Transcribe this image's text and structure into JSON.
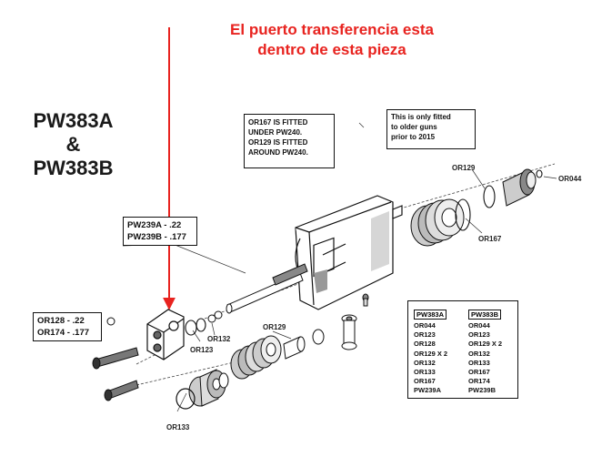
{
  "annotation": {
    "line1": "El puerto transferencia esta",
    "line2": "dentro de esta pieza"
  },
  "models": {
    "line1": "PW383A",
    "line2": "&",
    "line3": "PW383B"
  },
  "note_fitted": {
    "line1": "OR167 IS FITTED",
    "line2": "UNDER PW240.",
    "line3": "OR129 IS FITTED",
    "line4": "AROUND PW240."
  },
  "note_older": {
    "line1": "This is only fitted",
    "line2": "to older guns",
    "line3": "prior to 2015"
  },
  "box_pw239": {
    "line1": "PW239A - .22",
    "line2": "PW239B - .177"
  },
  "box_or": {
    "line1": "OR128 - .22",
    "line2": "OR174 - .177"
  },
  "labels": {
    "or129_top": "OR129",
    "or044": "OR044",
    "or167": "OR167",
    "or129_mid": "OR129",
    "or132": "OR132",
    "or123": "OR123",
    "or133": "OR133"
  },
  "parts_table": {
    "col_a": {
      "header": "PW383A",
      "items": [
        "OR044",
        "OR123",
        "OR128",
        "OR129 X 2",
        "OR132",
        "OR133",
        "OR167",
        "PW239A"
      ]
    },
    "col_b": {
      "header": "PW383B",
      "items": [
        "OR044",
        "OR123",
        "OR129 X 2",
        "OR132",
        "OR133",
        "OR167",
        "OR174",
        "PW239B"
      ]
    }
  },
  "colors": {
    "annotation": "#e8231f",
    "line": "#222222"
  }
}
